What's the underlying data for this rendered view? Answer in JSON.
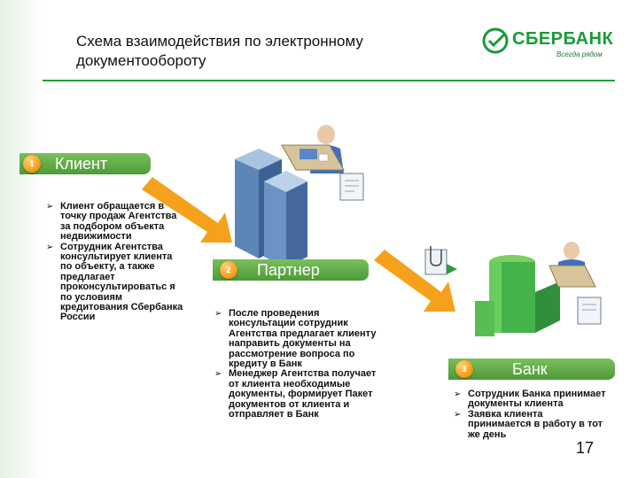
{
  "title": "Схема взаимодействия по электронному документообороту",
  "logo": {
    "name": "СБЕРБАНК",
    "slogan": "Всегда рядом"
  },
  "colors": {
    "accent": "#21a038",
    "pill": "#5aa640",
    "badge": "#f5a11c",
    "arrow": "#f5a11c"
  },
  "steps": [
    {
      "number": "1",
      "label": "Клиент",
      "bullets": [
        "Клиент обращается в точку продаж Агентства за подбором объекта недвижимости",
        "Сотрудник Агентства консультирует клиента по объекту, а также предлагает проконсультироватьс я по условиям кредитования Сбербанка России"
      ]
    },
    {
      "number": "2",
      "label": "Партнер",
      "bullets": [
        "После проведения консультации сотрудник Агентства предлагает клиенту направить документы на рассмотрение вопроса по кредиту в Банк",
        "Менеджер Агентства получает от клиента необходимые документы, формирует Пакет документов от клиента и отправляет в Банк"
      ]
    },
    {
      "number": "3",
      "label": "Банк",
      "bullets": [
        "Сотрудник Банка принимает документы клиента",
        "Заявка клиента принимается в работу в тот же день"
      ]
    }
  ],
  "page_number": "17",
  "icons": [
    "person-at-desk-icon",
    "server-towers-icon",
    "document-icon",
    "attachment-icon",
    "bank-building-icon",
    "flow-arrow-icon"
  ]
}
